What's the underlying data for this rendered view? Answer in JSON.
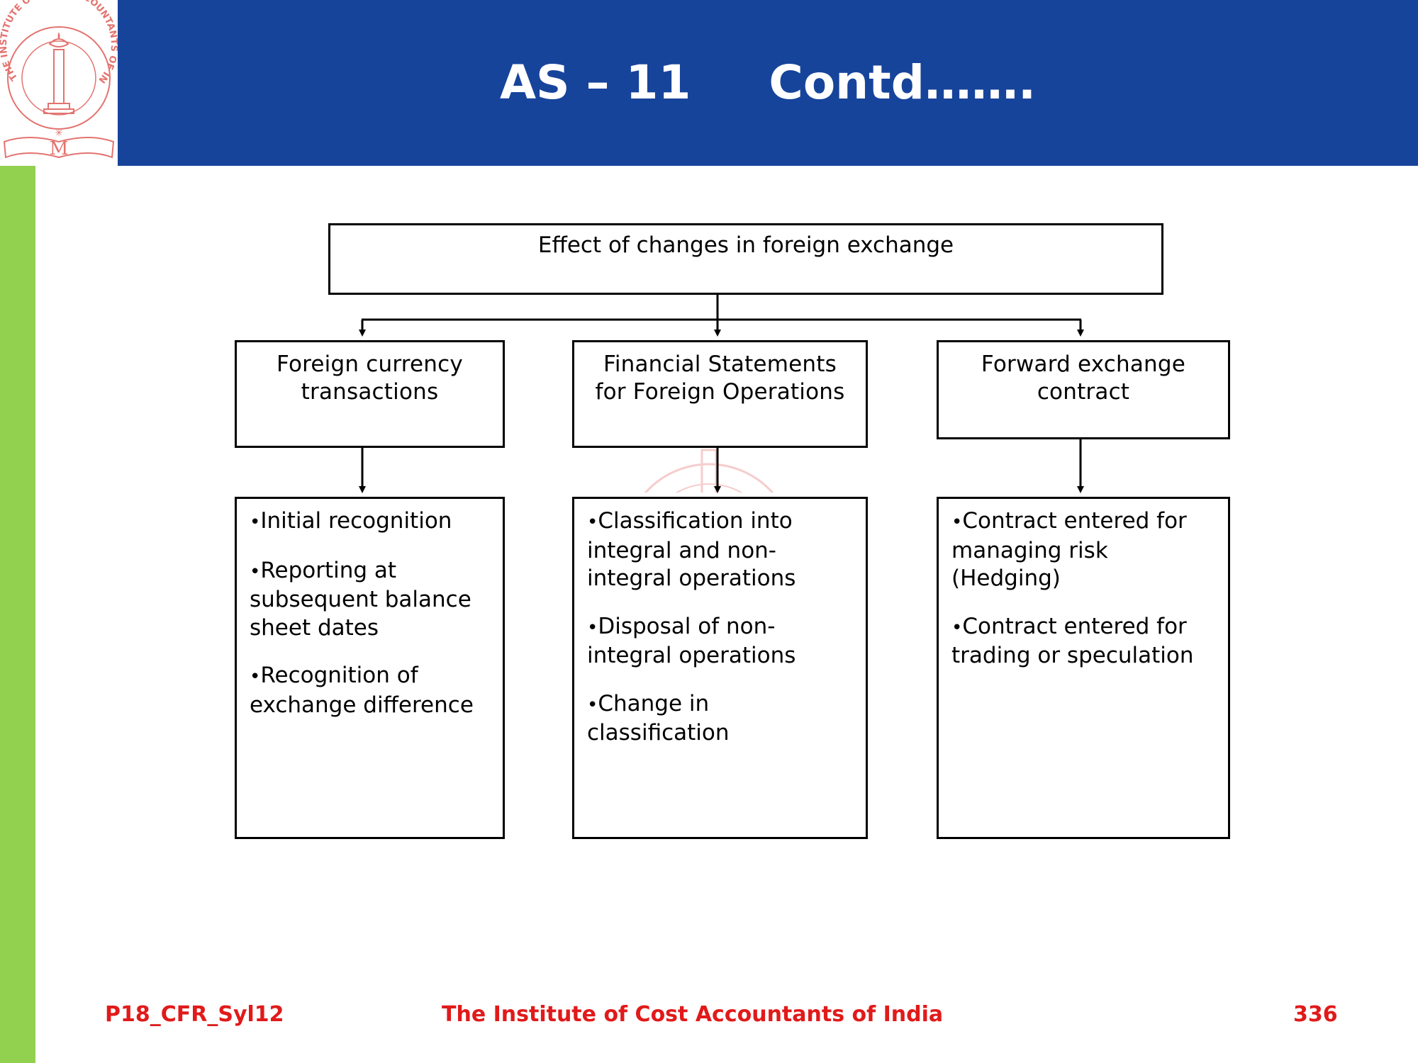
{
  "slide": {
    "title_left": "AS – 11",
    "title_right": "Contd…….",
    "footer_left": "P18_CFR_Syl12",
    "footer_center": "The Institute of Cost Accountants of India",
    "footer_right": "336"
  },
  "colors": {
    "header": "#17449b",
    "side_stripe": "#92d050",
    "footer_text": "#e11a1a",
    "logo": "#e3736f"
  },
  "logo": {
    "ring_text": "THE INSTITUTE OF COST ACCOUNTANTS OF INDIA"
  },
  "diagram": {
    "root": "Effect of changes in foreign exchange",
    "branches": [
      {
        "title": "Foreign currency transactions",
        "title_lines": [
          "Foreign currency",
          "transactions"
        ],
        "items": [
          "Initial recognition",
          "Reporting at subsequent balance sheet dates",
          "Recognition of exchange difference"
        ]
      },
      {
        "title": "Financial Statements for Foreign Operations",
        "title_lines": [
          "Financial Statements",
          "for Foreign Operations"
        ],
        "items": [
          "Classification into integral and non-integral operations",
          "Disposal of non-integral operations",
          "Change in classification"
        ]
      },
      {
        "title": "Forward exchange contract",
        "title_lines": [
          "Forward exchange",
          "contract"
        ],
        "items": [
          "Contract entered for managing risk (Hedging)",
          "Contract entered for trading or speculation"
        ]
      }
    ]
  }
}
